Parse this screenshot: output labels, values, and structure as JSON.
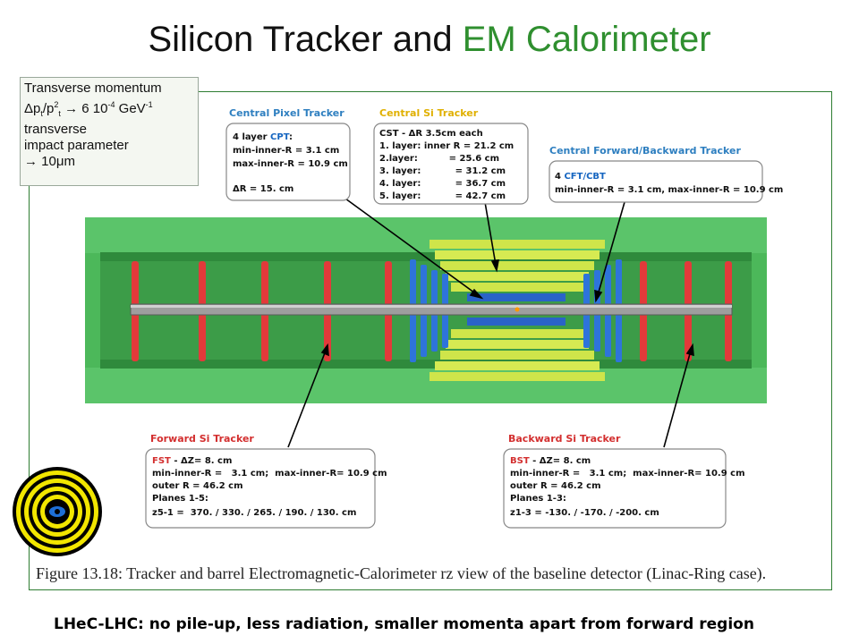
{
  "title": {
    "part1": "Silicon Tracker and ",
    "part2": "EM Calorimeter"
  },
  "momentum_box": {
    "line1": "Transverse momentum",
    "line2_a": "Δp",
    "line2_sub1": "t",
    "line2_b": "/p",
    "line2_sup": "2",
    "line2_sub2": "t",
    "line2_c": " → 6 10",
    "line2_exp": "-4",
    "line2_d": " GeV",
    "line2_exp2": "-1",
    "line3": "transverse",
    "line4": "impact parameter",
    "line5": "→ 10μm"
  },
  "labels": {
    "cpt_head": "Central Pixel Tracker",
    "cst_head": "Central Si Tracker",
    "cft_head": "Central Forward/Backward Tracker",
    "fst_head": "Forward Si Tracker",
    "bst_head": "Backward Si Tracker"
  },
  "cpt_box": {
    "l1a": "4 layer ",
    "l1b": "CPT",
    "l1c": ":",
    "l2": "min-inner-R = 3.1 cm",
    "l3": "max-inner-R = 10.9 cm",
    "l4": "ΔR = 15. cm"
  },
  "cst_box": {
    "l1a": "CST",
    "l1b": " -  ΔR  3.5cm each",
    "l2": "1. layer: inner R = 21.2 cm",
    "l3": "2.layer:          = 25.6 cm",
    "l4": "3. layer:           = 31.2 cm",
    "l5": "4. layer:           = 36.7 cm",
    "l6": "5. layer:           = 42.7 cm"
  },
  "cft_box": {
    "l1a": "4 ",
    "l1b": "CFT/CBT",
    "l2": "min-inner-R = 3.1 cm,  max-inner-R = 10.9 cm"
  },
  "fst_box": {
    "l1a": "FST",
    "l1b": "  -  ΔZ= 8. cm",
    "l2": "min-inner-R =   3.1 cm;  max-inner-R= 10.9 cm",
    "l3": "outer R = 46.2 cm",
    "l4": "Planes 1-5:",
    "l5": "z5-1 =  370. / 330. / 265. / 190. / 130. cm"
  },
  "bst_box": {
    "l1a": "BST",
    "l1b": "  -  ΔZ= 8. cm",
    "l2": "min-inner-R =   3.1 cm;  max-inner-R= 10.9 cm",
    "l3": "outer R = 46.2 cm",
    "l4": "Planes 1-3:",
    "l5": "z1-3 = -130. / -170. / -200. cm"
  },
  "caption": "Figure 13.18:  Tracker and barrel Electromagnetic-Calorimeter rz view of the baseline detector (Linac-Ring case).",
  "footer": "LHeC-LHC: no pile-up, less radiation, smaller momenta apart from forward region",
  "colors": {
    "title_accent": "#2f8f2f",
    "label_blue": "#2e7fc0",
    "label_yellow": "#e0b000",
    "label_red": "#d32f2f",
    "calorimeter_green": "#3fae4f",
    "tracker_yellow": "#d4e84a",
    "disk_red": "#e23a3a",
    "disk_blue": "#1e6fd6"
  }
}
